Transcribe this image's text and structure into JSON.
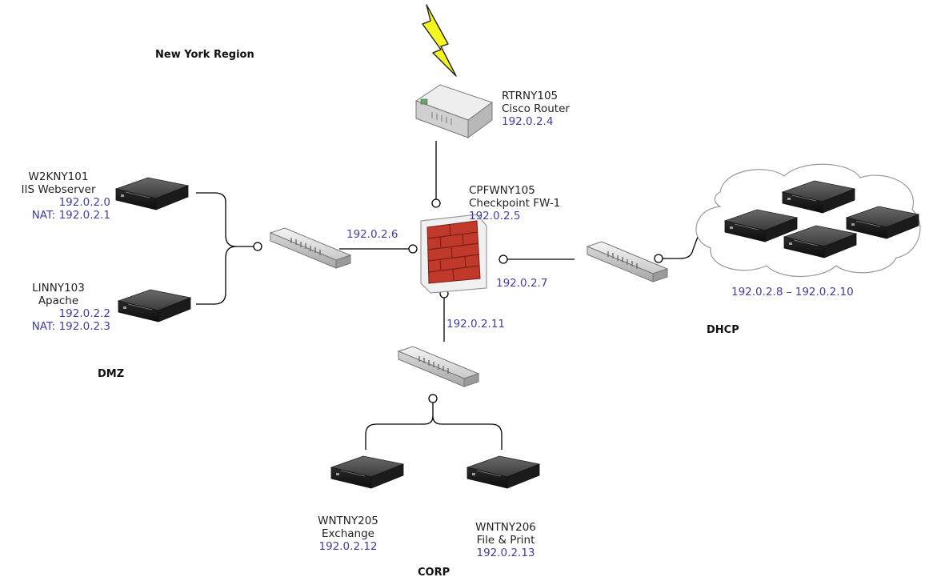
{
  "title": "New York Region",
  "zones": {
    "dmz": "DMZ",
    "dhcp": "DHCP",
    "corp": "CORP"
  },
  "router": {
    "name": "RTRNY105",
    "type": "Cisco Router",
    "ip": "192.0.2.4"
  },
  "firewall": {
    "name": "CPFWNY105",
    "type": "Checkpoint FW-1",
    "ip": "192.0.2.5"
  },
  "links": {
    "dmz": "192.0.2.6",
    "dhcp": "192.0.2.7",
    "corp": "192.0.2.11"
  },
  "dmz_servers": [
    {
      "name": "W2KNY101",
      "role": "IIS Webserver",
      "ip": "192.0.2.0",
      "nat": "NAT: 192.0.2.1"
    },
    {
      "name": "LINNY103",
      "role": "Apache",
      "ip": "192.0.2.2",
      "nat": "NAT: 192.0.2.3"
    }
  ],
  "dhcp_pool": {
    "range": "192.0.2.8 – 192.0.2.10"
  },
  "corp_servers": [
    {
      "name": "WNTNY205",
      "role": "Exchange",
      "ip": "192.0.2.12"
    },
    {
      "name": "WNTNY206",
      "role": "File & Print",
      "ip": "192.0.2.13"
    }
  ],
  "colors": {
    "ip": "#3f3f9f",
    "firewall_brick": "#c0392b",
    "lightning": "#f5f520",
    "line": "#000000"
  }
}
